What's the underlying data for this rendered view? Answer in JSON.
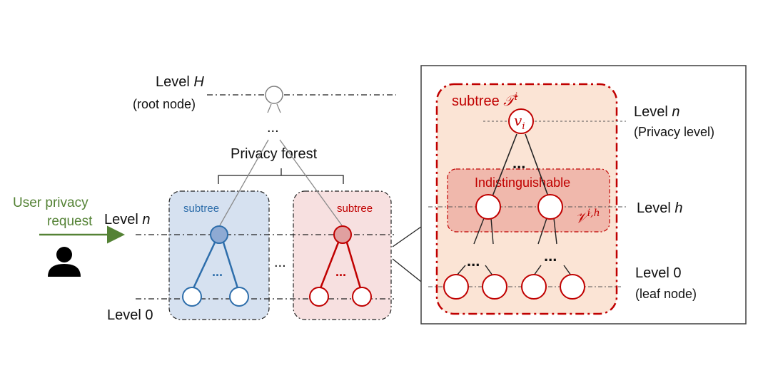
{
  "left_panel": {
    "level_H": {
      "text": "Level ",
      "var": "H"
    },
    "root_node": "(root node)",
    "top_dots": "...",
    "forest_title": "Privacy forest",
    "user_request_line1": "User privacy",
    "user_request_line2": "request",
    "level_n": {
      "text": "Level ",
      "var": "n"
    },
    "level_0": "Level 0",
    "subtree_blue": "subtree",
    "subtree_red": "subtree",
    "blue_dots": "...",
    "red_dots": "...",
    "between_dots": "..."
  },
  "zoom_panel": {
    "subtree_title": "subtree ",
    "subtree_symbol": "𝒯",
    "subtree_sup": "i",
    "root_var": "v",
    "root_sub": "i",
    "level_n": {
      "text": "Level ",
      "var": "n"
    },
    "privacy_level": "(Privacy level)",
    "indist_label": "Indistinguishable",
    "indist_symbol": "𝒱",
    "indist_sup": "i,h",
    "level_h": {
      "text": "Level ",
      "var": "h"
    },
    "level_0": "Level 0",
    "leaf_node": "(leaf node)",
    "dots_top": "...",
    "dots_left": "...",
    "dots_right": "..."
  },
  "colors": {
    "blue": "#2e6eab",
    "blue_fill": "#d6e1f0",
    "red": "#c00000",
    "red_fill": "#f7e0e0",
    "orange_fill": "#fbe4d5",
    "indist_fill": "#f0b8ac",
    "green": "#548235"
  },
  "icons": [
    "person-icon",
    "arrow-right-icon"
  ]
}
